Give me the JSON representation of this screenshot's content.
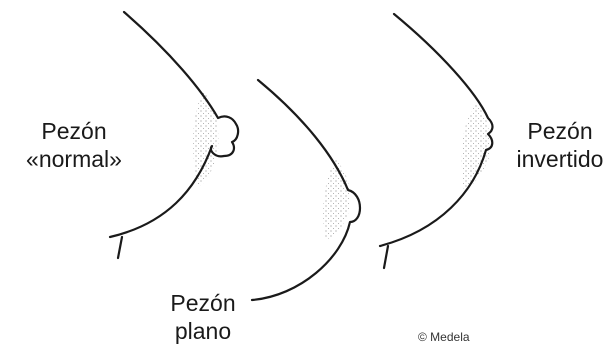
{
  "labels": {
    "normal": {
      "line1": "Pezón",
      "line2": "«normal»"
    },
    "plano": {
      "line1": "Pezón",
      "line2": "plano"
    },
    "invertido": {
      "line1": "Pezón",
      "line2": "invertido"
    }
  },
  "copyright": "© Medela",
  "colors": {
    "line": "#1a1a1a",
    "stipple": "#555555",
    "background": "#ffffff"
  }
}
